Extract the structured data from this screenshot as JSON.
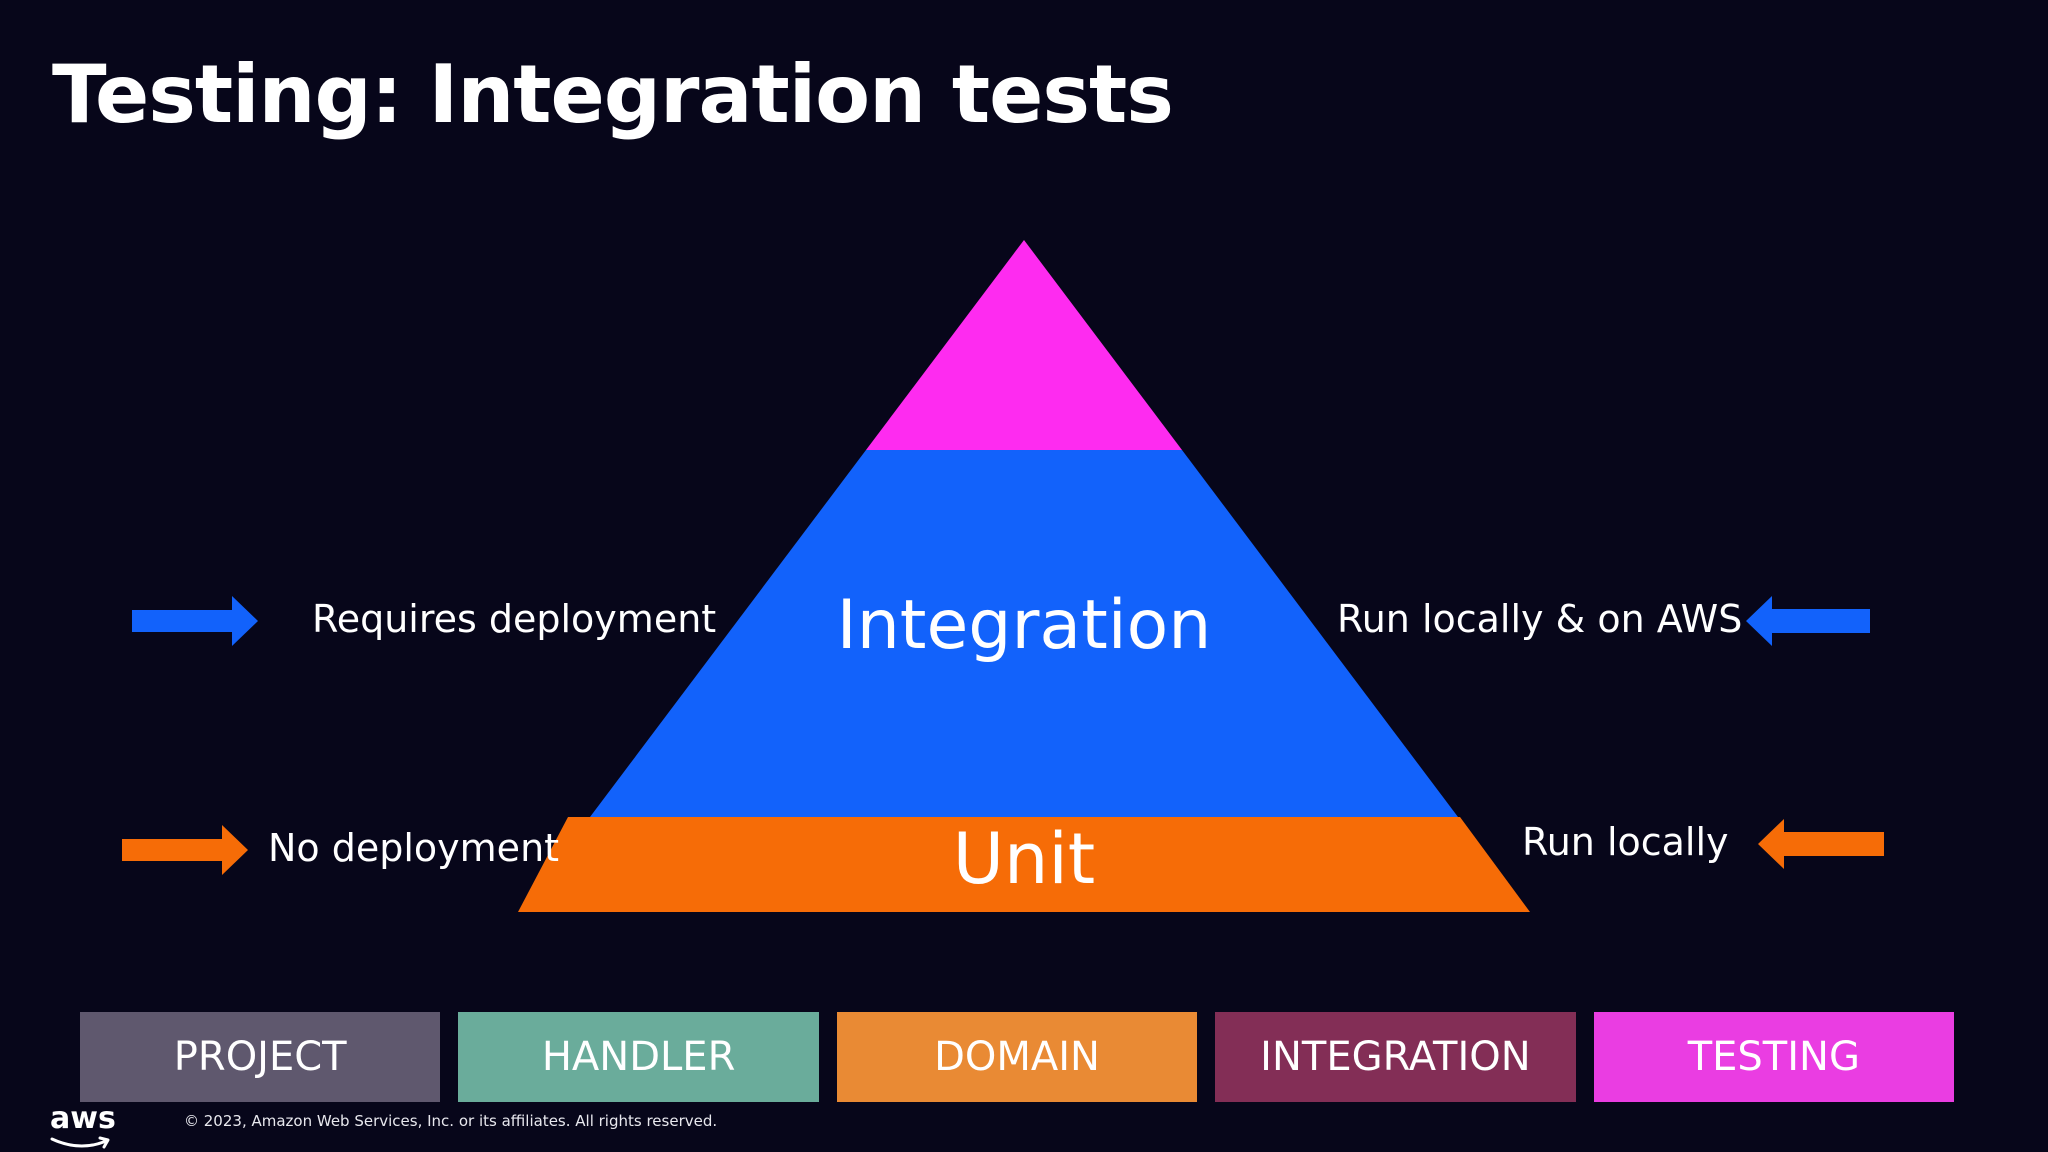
{
  "slide": {
    "title": "Testing: Integration tests"
  },
  "pyramid": {
    "layers": [
      {
        "name": "top",
        "label": "",
        "color": "#fe2bf0"
      },
      {
        "name": "integration",
        "label": "Integration",
        "color": "#1262fb"
      },
      {
        "name": "unit",
        "label": "Unit",
        "color": "#f66c07"
      }
    ],
    "left_labels": {
      "integration": "Requires deployment",
      "unit": "No deployment"
    },
    "right_labels": {
      "integration": "Run locally & on AWS",
      "unit": "Run locally"
    },
    "arrow_colors": {
      "integration": "#1262fb",
      "unit": "#f66c07"
    }
  },
  "tabs": [
    {
      "label": "PROJECT",
      "color": "#5f586e"
    },
    {
      "label": "HANDLER",
      "color": "#6aac9b"
    },
    {
      "label": "DOMAIN",
      "color": "#e98a34"
    },
    {
      "label": "INTEGRATION",
      "color": "#832e56"
    },
    {
      "label": "TESTING",
      "color": "#ea3de2"
    }
  ],
  "footer": {
    "logo_text": "aws",
    "copyright": "© 2023, Amazon Web Services, Inc. or its affiliates. All rights reserved."
  }
}
